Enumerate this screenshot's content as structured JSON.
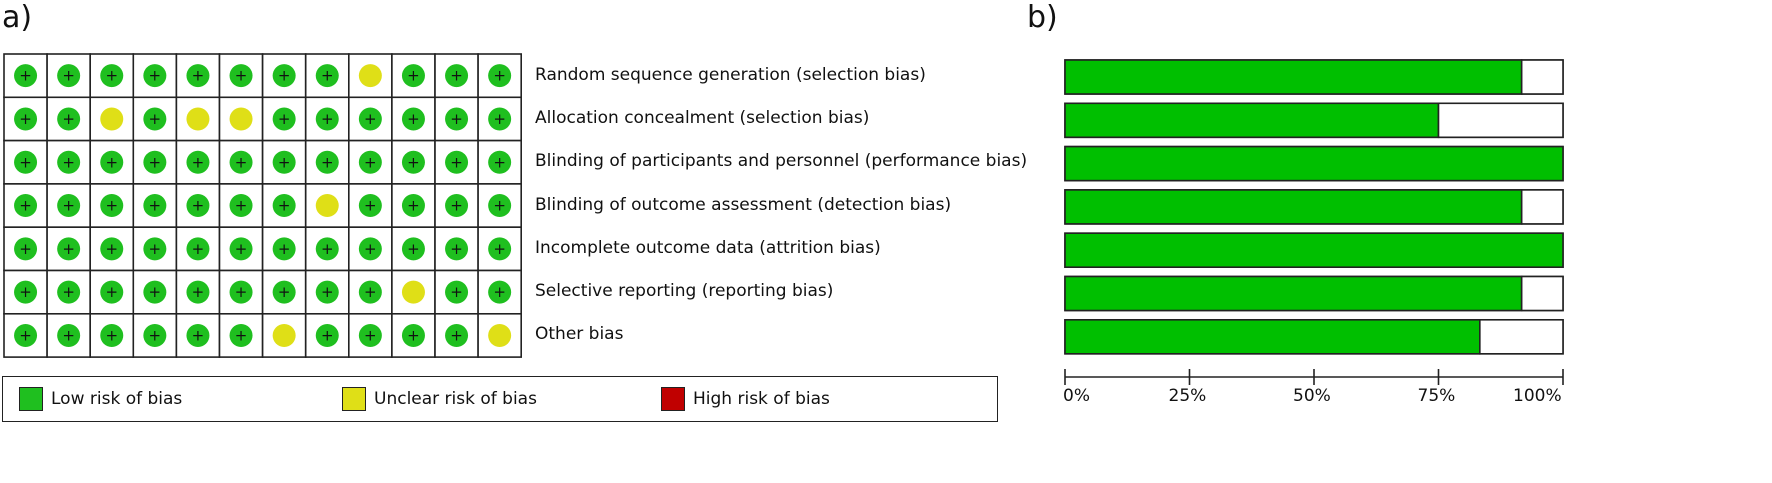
{
  "panel_a_label": "a)",
  "panel_b_label": "b)",
  "colors": {
    "low": "#1fbf1f",
    "unclear": "#dfdf17",
    "high": "#c00000",
    "bar_fill": "#00bf00"
  },
  "legend": [
    {
      "label": "Low risk of bias",
      "level": "low"
    },
    {
      "label": "Unclear risk of bias",
      "level": "unclear"
    },
    {
      "label": "High risk of bias",
      "level": "high"
    }
  ],
  "chart_data": [
    {
      "type": "table",
      "symbol_low": "+",
      "rows": [
        {
          "label": "Random sequence generation (selection bias)",
          "cells": [
            "low",
            "low",
            "low",
            "low",
            "low",
            "low",
            "low",
            "low",
            "unclear",
            "low",
            "low",
            "low"
          ]
        },
        {
          "label": "Allocation concealment (selection bias)",
          "cells": [
            "low",
            "low",
            "unclear",
            "low",
            "unclear",
            "unclear",
            "low",
            "low",
            "low",
            "low",
            "low",
            "low"
          ]
        },
        {
          "label": "Blinding of participants and personnel (performance bias)",
          "cells": [
            "low",
            "low",
            "low",
            "low",
            "low",
            "low",
            "low",
            "low",
            "low",
            "low",
            "low",
            "low"
          ]
        },
        {
          "label": "Blinding of outcome assessment (detection bias)",
          "cells": [
            "low",
            "low",
            "low",
            "low",
            "low",
            "low",
            "low",
            "unclear",
            "low",
            "low",
            "low",
            "low"
          ]
        },
        {
          "label": "Incomplete outcome data (attrition bias)",
          "cells": [
            "low",
            "low",
            "low",
            "low",
            "low",
            "low",
            "low",
            "low",
            "low",
            "low",
            "low",
            "low"
          ]
        },
        {
          "label": "Selective reporting (reporting bias)",
          "cells": [
            "low",
            "low",
            "low",
            "low",
            "low",
            "low",
            "low",
            "low",
            "low",
            "unclear",
            "low",
            "low"
          ]
        },
        {
          "label": "Other bias",
          "cells": [
            "low",
            "low",
            "low",
            "low",
            "low",
            "low",
            "unclear",
            "low",
            "low",
            "low",
            "low",
            "unclear"
          ]
        }
      ]
    },
    {
      "type": "bar",
      "orientation": "horizontal",
      "stacked": true,
      "categories": [
        "Random sequence generation (selection bias)",
        "Allocation concealment (selection bias)",
        "Blinding of participants and personnel (performance bias)",
        "Blinding of outcome assessment (detection bias)",
        "Incomplete outcome data (attrition bias)",
        "Selective reporting (reporting bias)",
        "Other bias"
      ],
      "series": [
        {
          "name": "Low risk of bias",
          "values": [
            91.7,
            75.0,
            100,
            91.7,
            100,
            91.7,
            83.3
          ]
        },
        {
          "name": "Unclear risk of bias",
          "values": [
            8.3,
            25.0,
            0,
            8.3,
            0,
            8.3,
            16.7
          ]
        }
      ],
      "xlim": [
        0,
        100
      ],
      "xticks": [
        "0%",
        "25%",
        "50%",
        "75%",
        "100%"
      ]
    }
  ]
}
